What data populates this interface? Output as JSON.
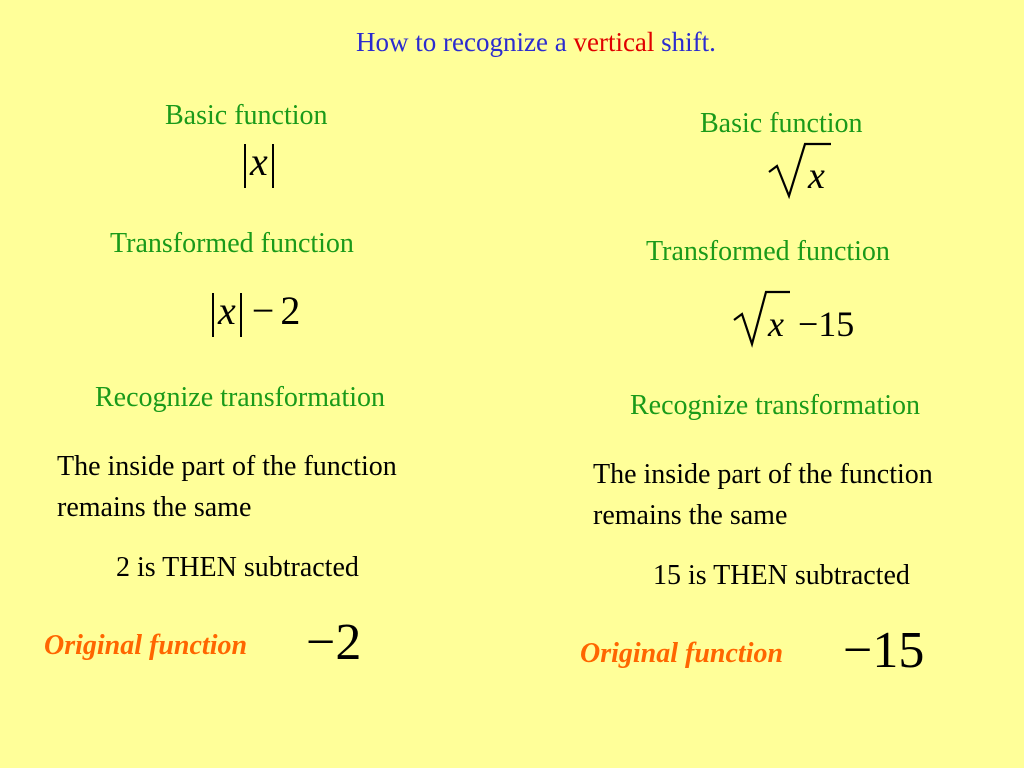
{
  "title": {
    "part1": "How to recognize a ",
    "highlight": "vertical",
    "part2": " shift."
  },
  "left": {
    "basic_label": "Basic function",
    "basic_var": "x",
    "transformed_label": "Transformed function",
    "transformed_var": "x",
    "transformed_const": "2",
    "recognize_label": "Recognize transformation",
    "inside_text": "The inside part of the function remains the same",
    "then_text": "2 is THEN subtracted",
    "original_label": "Original function",
    "original_const": "−2"
  },
  "right": {
    "basic_label": "Basic function",
    "basic_var": "x",
    "transformed_label": "Transformed function",
    "transformed_var": "x",
    "transformed_const": "−15",
    "recognize_label": "Recognize transformation",
    "inside_text": "The inside part of the function remains the same",
    "then_text": "15 is THEN subtracted",
    "original_label": "Original function",
    "original_const": "−15"
  },
  "colors": {
    "background": "#ffff99",
    "title": "#2b2bcf",
    "highlight": "#e00000",
    "green": "#1a9a1a",
    "orange": "#ff6600"
  }
}
